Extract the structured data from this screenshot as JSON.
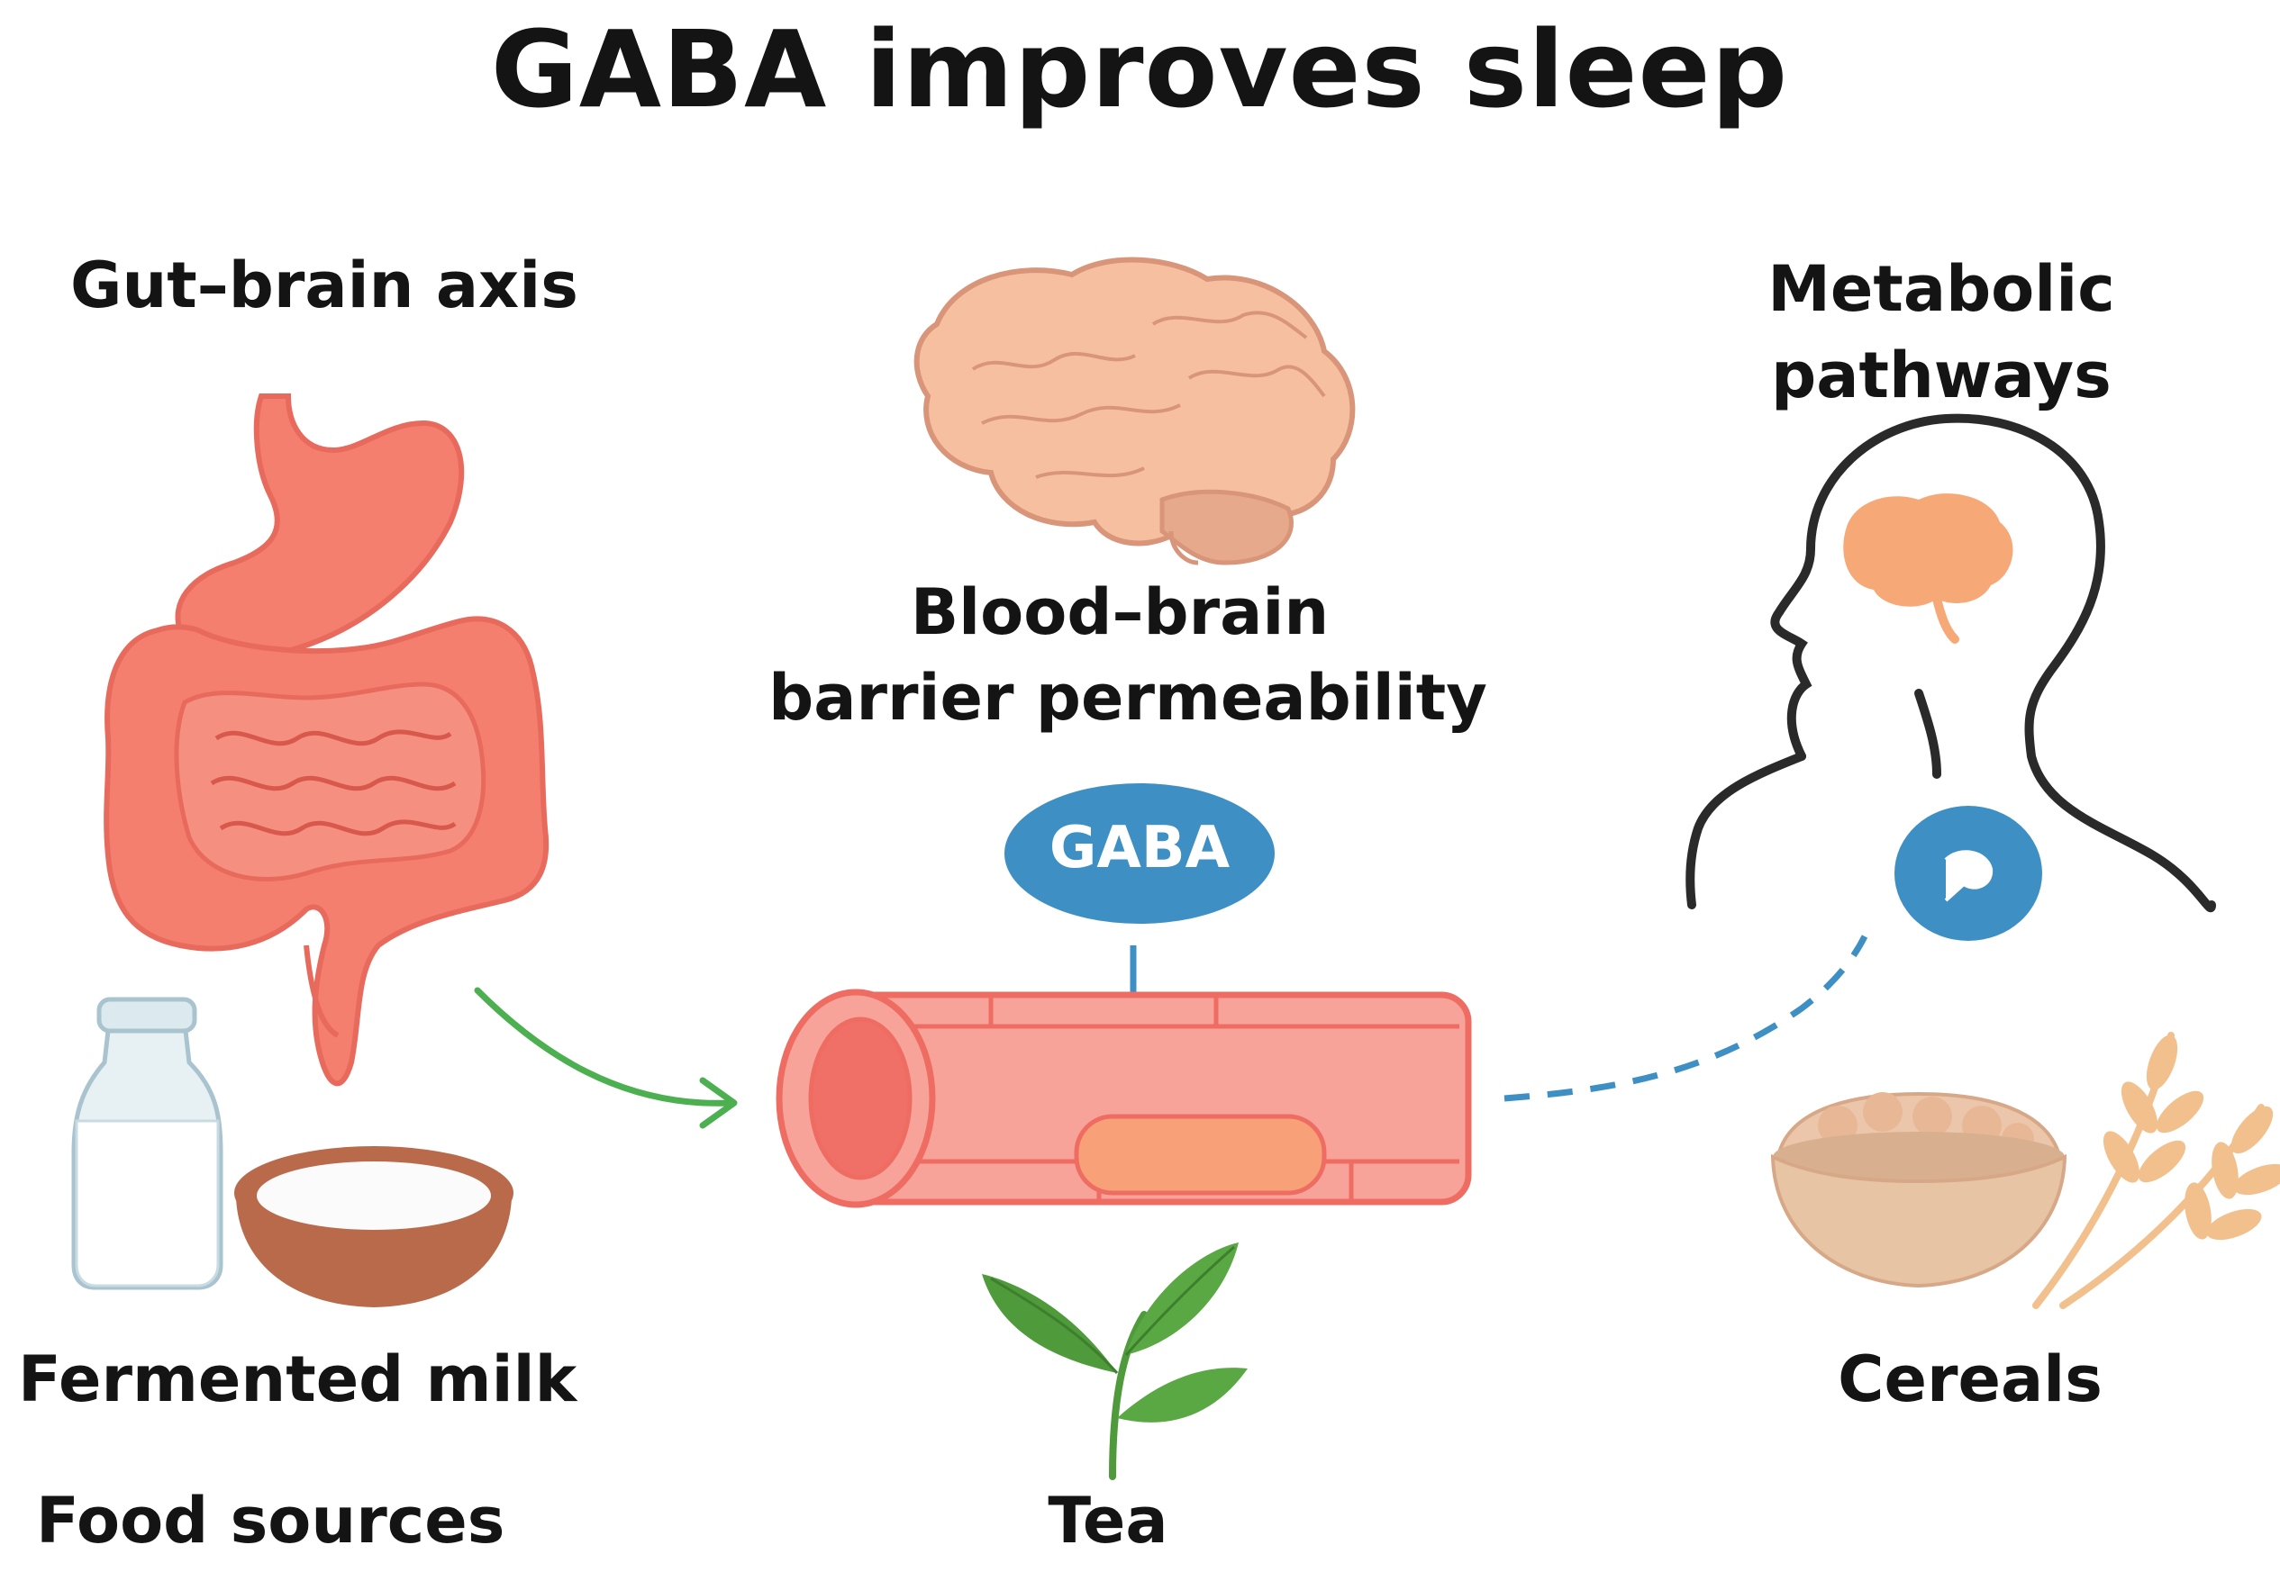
{
  "title": "GABA improves sleep",
  "labels": {
    "gut_brain_axis": "Gut–brain axis",
    "metabolic_line1": "Metabolic",
    "metabolic_line2": "pathways",
    "bbb_line1": "Blood–brain",
    "bbb_line2": "barrier permeability",
    "gaba_badge": "GABA",
    "fermented_milk": "Fermented milk",
    "food_sources": "Food sources",
    "tea": "Tea",
    "cereals": "Cereals"
  },
  "colors": {
    "gut": "#f47f6e",
    "gut_dark": "#e86a5c",
    "brain": "#f6c0a0",
    "brain_outline": "#d9957a",
    "vessel": "#f7a39a",
    "vessel_dark": "#ee6c62",
    "gaba_blue": "#3e8fc4",
    "arrow_green": "#4caf50",
    "leaf_green": "#4f9a3a",
    "bowl_brown": "#b86a4b",
    "cereal_bowl": "#e6c4a4",
    "wheat": "#f2c08c",
    "milk_bottle": "#dce9ee"
  },
  "icons": [
    "stomach-intestine-icon",
    "brain-icon",
    "human-head-icon",
    "blood-vessel-icon",
    "milk-bottle-icon",
    "yogurt-bowl-icon",
    "tea-leaf-icon",
    "cereal-bowl-icon",
    "wheat-icon"
  ]
}
